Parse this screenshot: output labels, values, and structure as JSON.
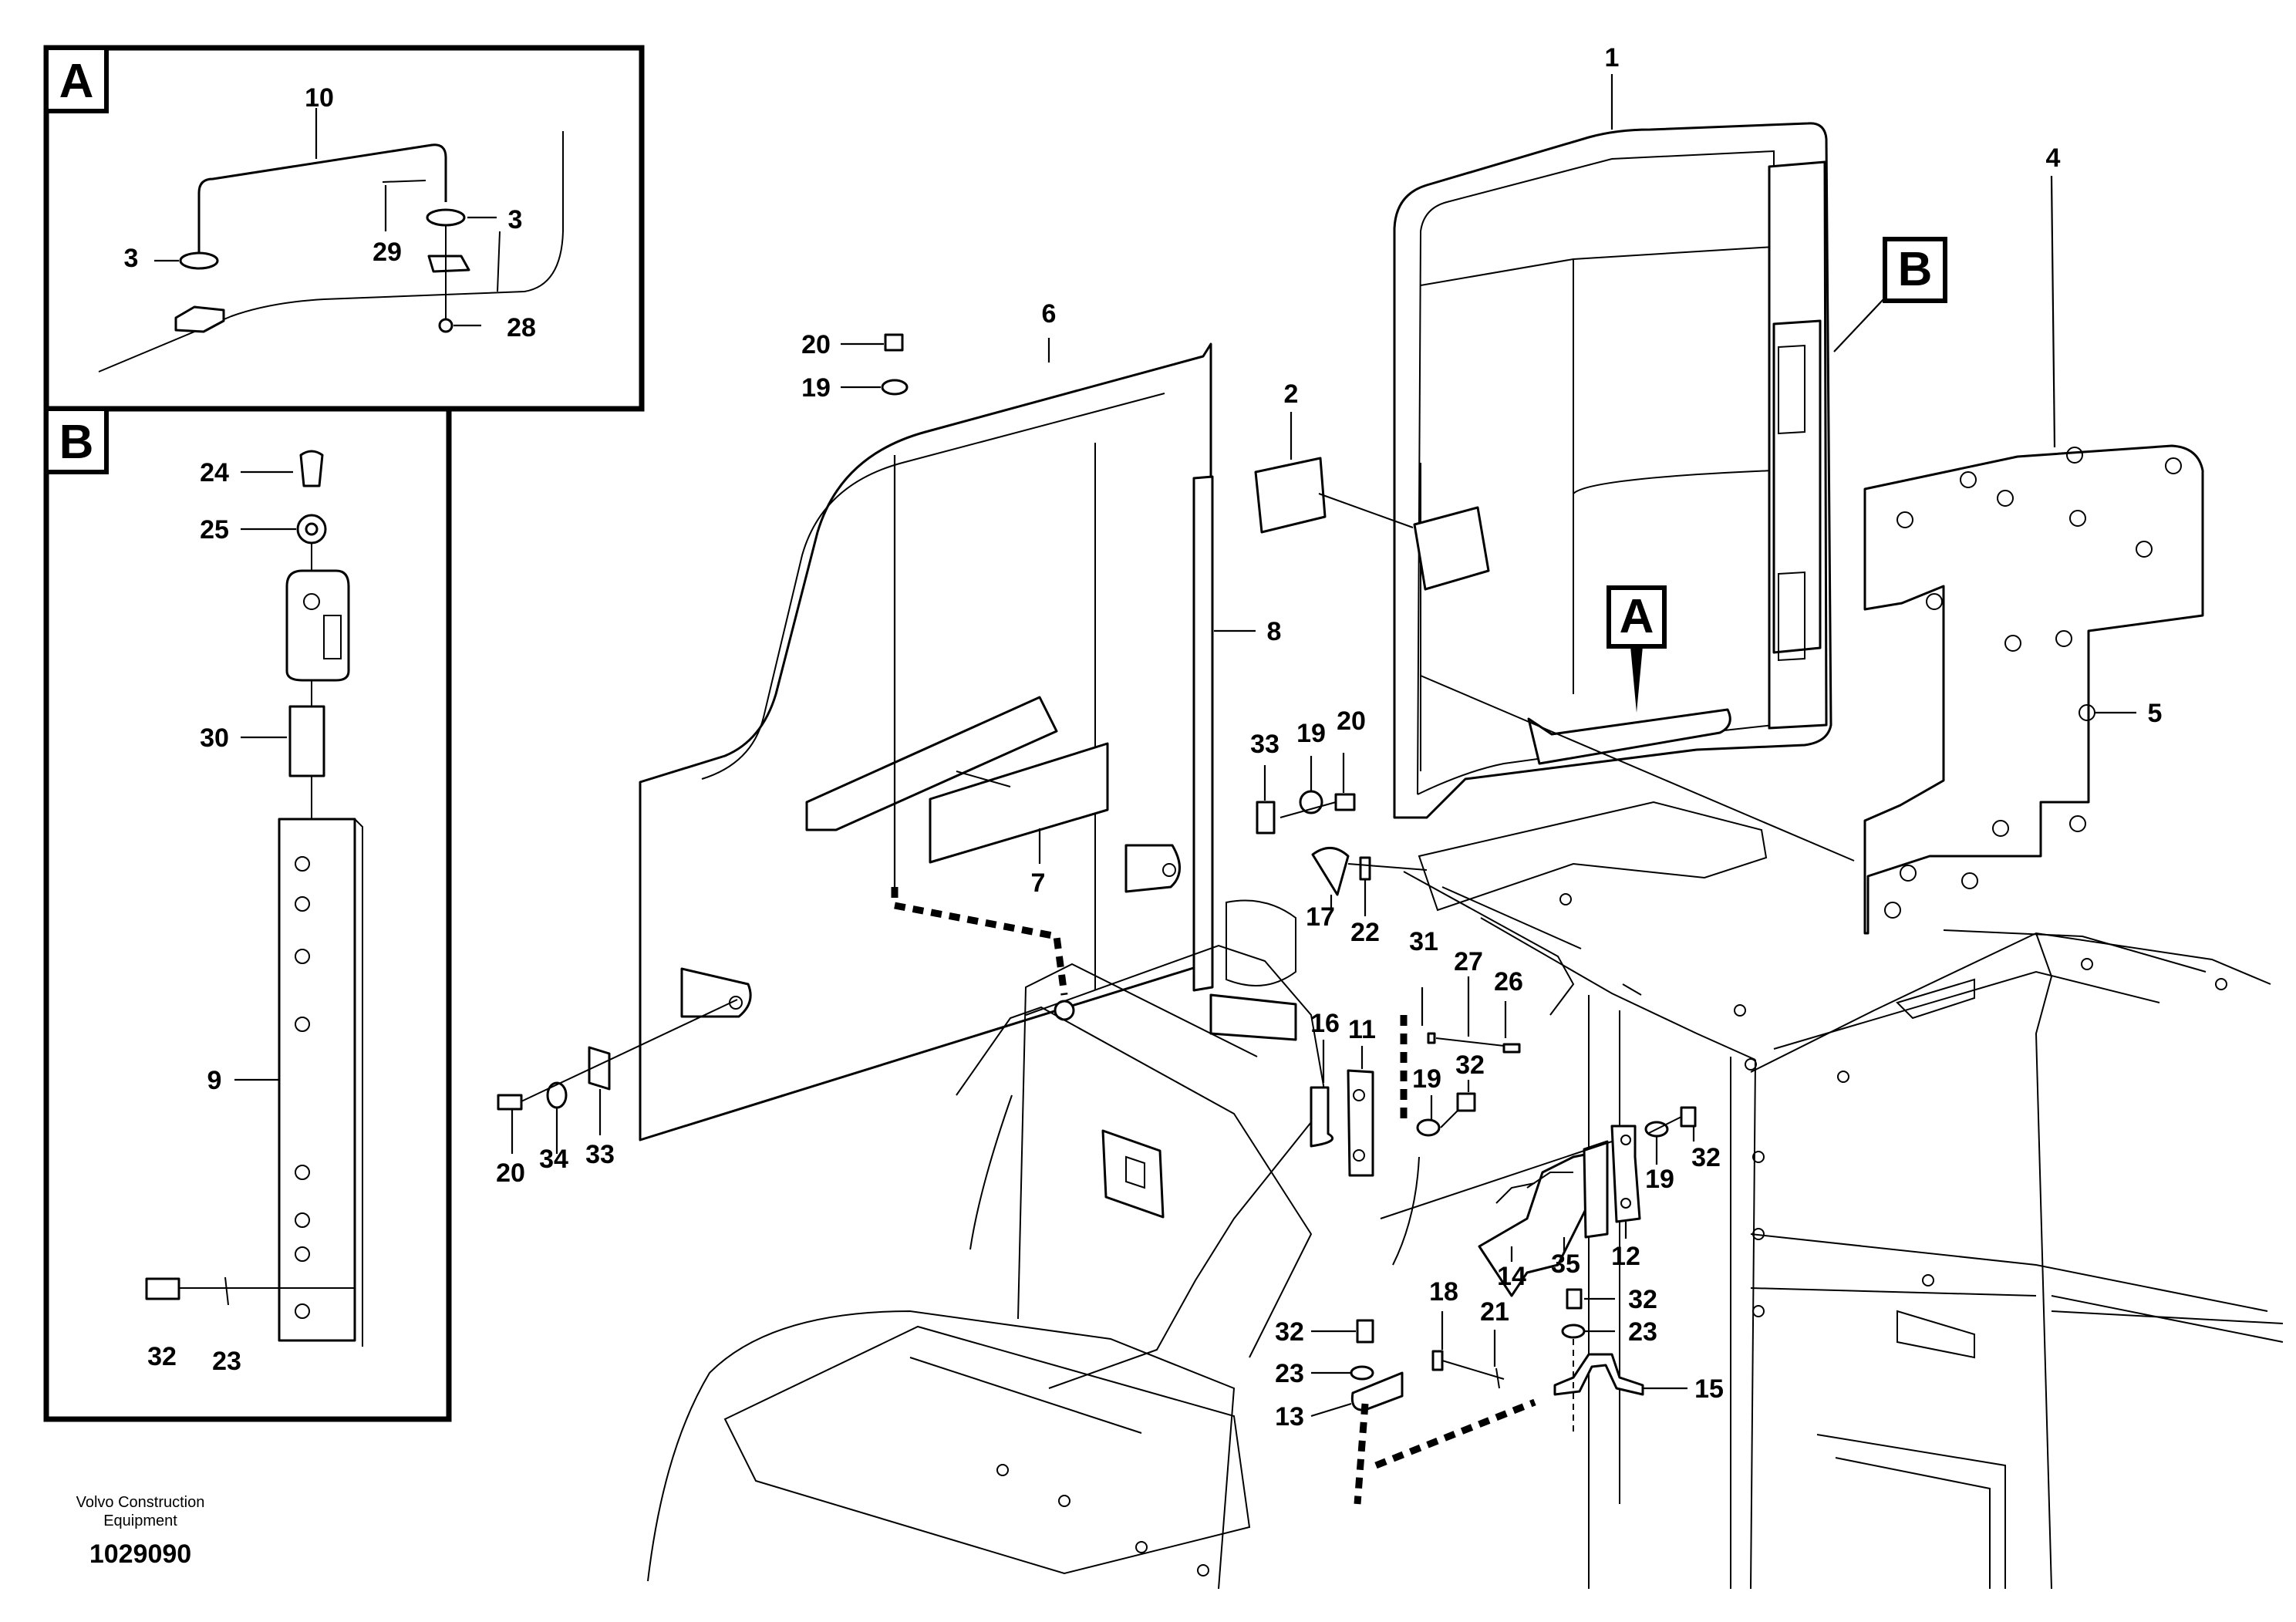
{
  "inset_labels": {
    "detail_a": "A",
    "detail_b": "B"
  },
  "view_markers": {
    "marker_a": "A",
    "marker_b": "B"
  },
  "callouts": {
    "c1": "1",
    "c2": "2",
    "c3_left": "3",
    "c3_right": "3",
    "c4": "4",
    "c5": "5",
    "c6": "6",
    "c7": "7",
    "c8": "8",
    "c9": "9",
    "c10": "10",
    "c11": "11",
    "c12": "12",
    "c13": "13",
    "c14": "14",
    "c15": "15",
    "c16": "16",
    "c17": "17",
    "c18": "18",
    "c19_top": "19",
    "c19_mid": "19",
    "c19_a": "19",
    "c19_b": "19",
    "c20_top": "20",
    "c20_mid": "20",
    "c20_bottom": "20",
    "c21": "21",
    "c22": "22",
    "c23_inset": "23",
    "c23_left": "23",
    "c23_right": "23",
    "c24": "24",
    "c25": "25",
    "c26": "26",
    "c27": "27",
    "c28": "28",
    "c29": "29",
    "c30": "30",
    "c31": "31",
    "c32_inset": "32",
    "c32_mid": "32",
    "c32_right": "32",
    "c32_left": "32",
    "c32_far_right": "32",
    "c33_mid": "33",
    "c33_bottom": "33",
    "c34": "34",
    "c35": "35"
  },
  "footer": {
    "brand_line1": "Volvo Construction",
    "brand_line2": "Equipment",
    "doc_number": "1029090"
  }
}
